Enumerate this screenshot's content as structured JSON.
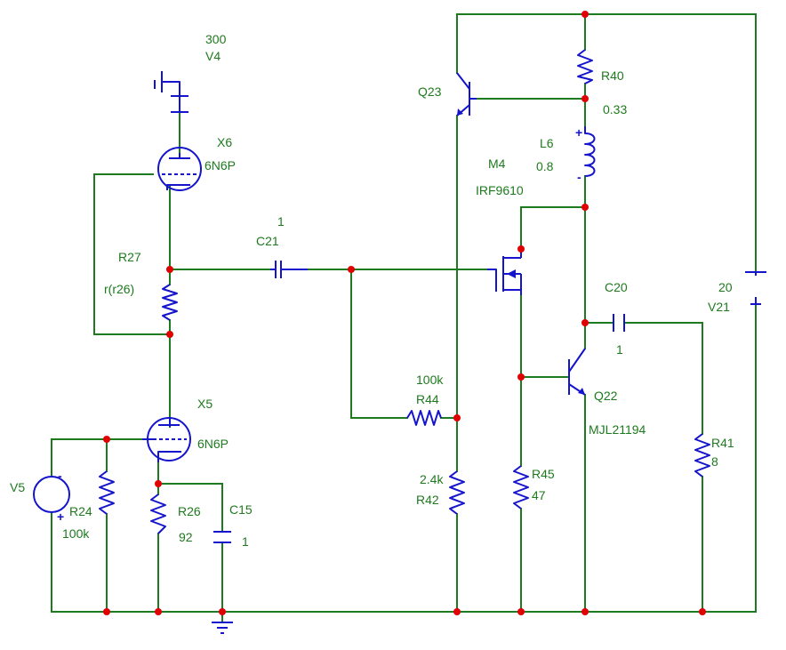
{
  "components": {
    "V4": {
      "ref": "V4",
      "value": "300"
    },
    "X6": {
      "ref": "X6",
      "value": "6N6P"
    },
    "R27": {
      "ref": "R27",
      "value": "r(r26)"
    },
    "C21": {
      "ref": "C21",
      "value": "1"
    },
    "X5": {
      "ref": "X5",
      "value": "6N6P"
    },
    "V5": {
      "ref": "V5"
    },
    "R24": {
      "ref": "R24",
      "value": "100k"
    },
    "R26": {
      "ref": "R26",
      "value": "92"
    },
    "C15": {
      "ref": "C15",
      "value": "1"
    },
    "R44": {
      "ref": "R44",
      "value": "100k"
    },
    "R42": {
      "ref": "R42",
      "value": "2.4k"
    },
    "Q23": {
      "ref": "Q23"
    },
    "R40": {
      "ref": "R40",
      "value": "0.33"
    },
    "L6": {
      "ref": "L6",
      "value": "0.8"
    },
    "M4": {
      "ref": "M4",
      "value": "IRF9610"
    },
    "R45": {
      "ref": "R45",
      "value": "47"
    },
    "Q22": {
      "ref": "Q22",
      "value": "MJL21194"
    },
    "C20": {
      "ref": "C20",
      "value": "1"
    },
    "R41": {
      "ref": "R41",
      "value": "8"
    },
    "V21": {
      "ref": "V21",
      "value": "20"
    }
  },
  "symbols": {
    "plus": "+",
    "minus": "-"
  },
  "colors": {
    "wire": "#1e7a1e",
    "component": "#1414cc",
    "junction": "#e00000",
    "label": "#1e7a1e"
  }
}
